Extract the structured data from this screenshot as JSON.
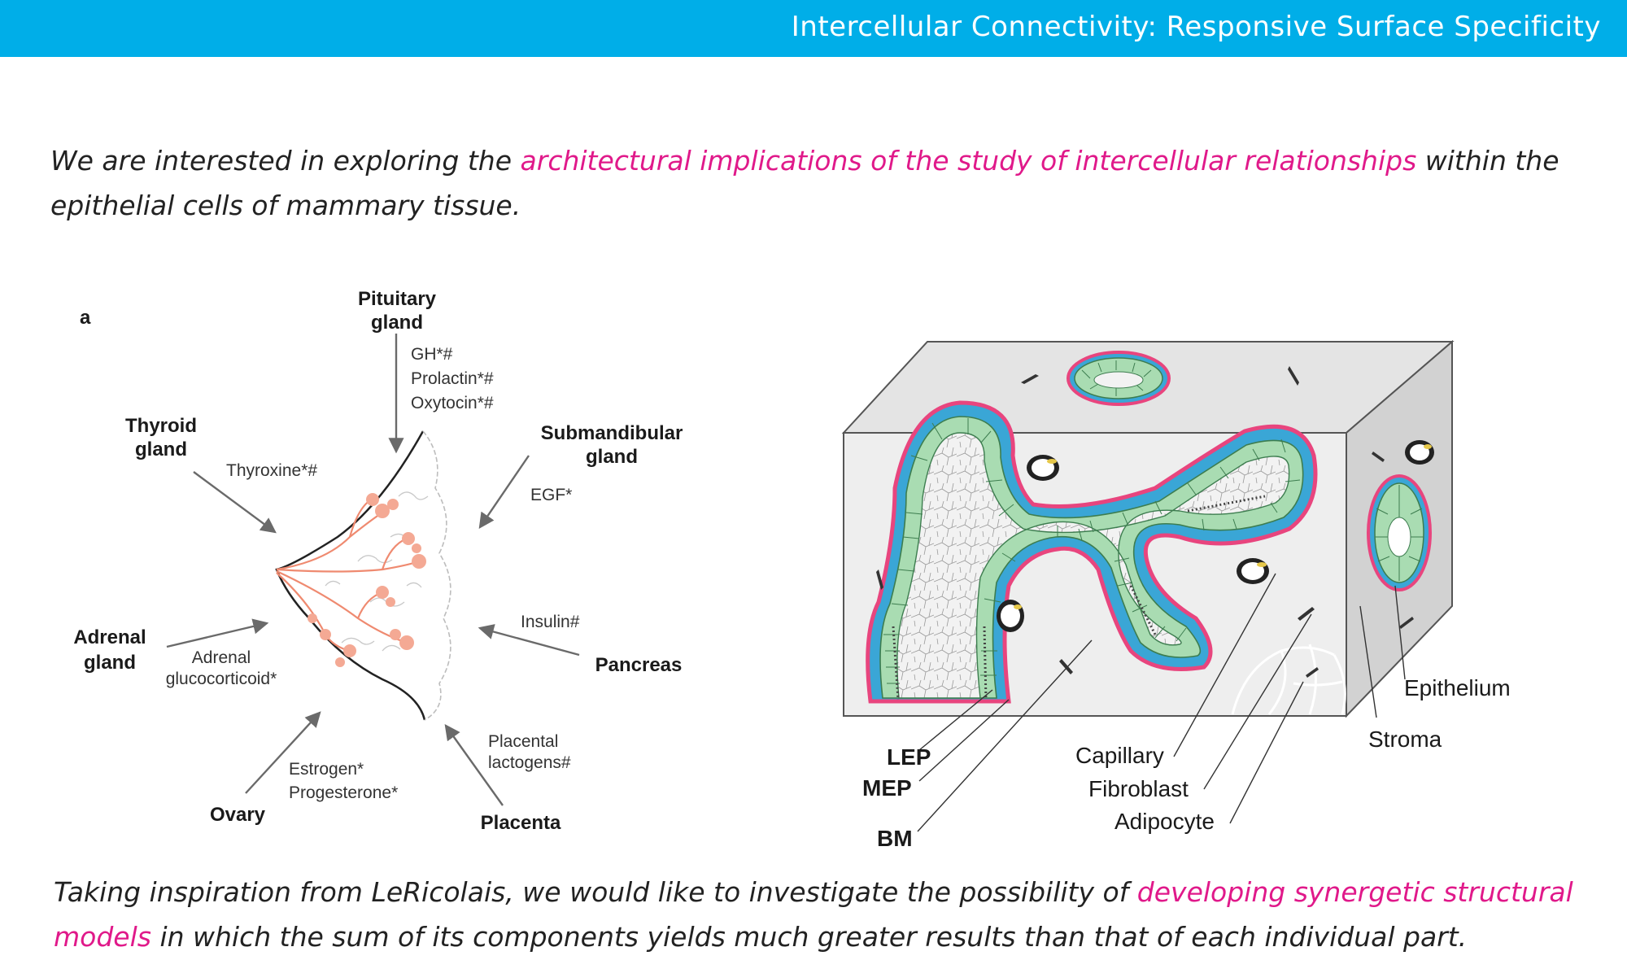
{
  "header": {
    "title": "Intercellular Connectivity: Responsive Surface Specificity"
  },
  "intro": {
    "before": "We are interested in exploring the ",
    "highlight": "architectural implications of the study of intercellular relationships",
    "after": " within the epithelial cells of mammary tissue."
  },
  "outro": {
    "before": "Taking inspiration from LeRicolais, we would like to investigate the possibility of ",
    "highlight": "developing synergetic structural models",
    "after": " in which the sum of its components yields much greater results than that of each individual part."
  },
  "figure_left": {
    "panel": "a",
    "pituitary": {
      "line1": "Pituitary",
      "line2": "gland",
      "h1": "GH*#",
      "h2": "Prolactin*#",
      "h3": "Oxytocin*#"
    },
    "thyroid": {
      "line1": "Thyroid",
      "line2": "gland",
      "hormone": "Thyroxine*#"
    },
    "submandibular": {
      "line1": "Submandibular",
      "line2": "gland",
      "hormone": "EGF*"
    },
    "adrenal": {
      "line1": "Adrenal",
      "line2": "gland",
      "h1": "Adrenal",
      "h2": "glucocorticoid*"
    },
    "pancreas": {
      "name": "Pancreas",
      "hormone": "Insulin#"
    },
    "ovary": {
      "name": "Ovary",
      "h1": "Estrogen*",
      "h2": "Progesterone*"
    },
    "placenta": {
      "name": "Placenta",
      "h1": "Placental",
      "h2": "lactogens#"
    }
  },
  "figure_right": {
    "labels": {
      "lep": "LEP",
      "mep": "MEP",
      "bm": "BM",
      "capillary": "Capillary",
      "fibroblast": "Fibroblast",
      "adipocyte": "Adipocyte",
      "stroma": "Stroma",
      "epithelium": "Epithelium"
    },
    "label_colors": {
      "lep": "#5fb87a",
      "mep": "#1ba3d6",
      "bm": "#e0457b"
    }
  },
  "colors": {
    "header_bar": "#00aee8",
    "highlight": "#e0198a",
    "ducts": "#ef8a70",
    "lep_fill": "#a9dcb2",
    "mep": "#2aa8d8",
    "bm": "#e8457e",
    "block_grey": "#ececec"
  }
}
